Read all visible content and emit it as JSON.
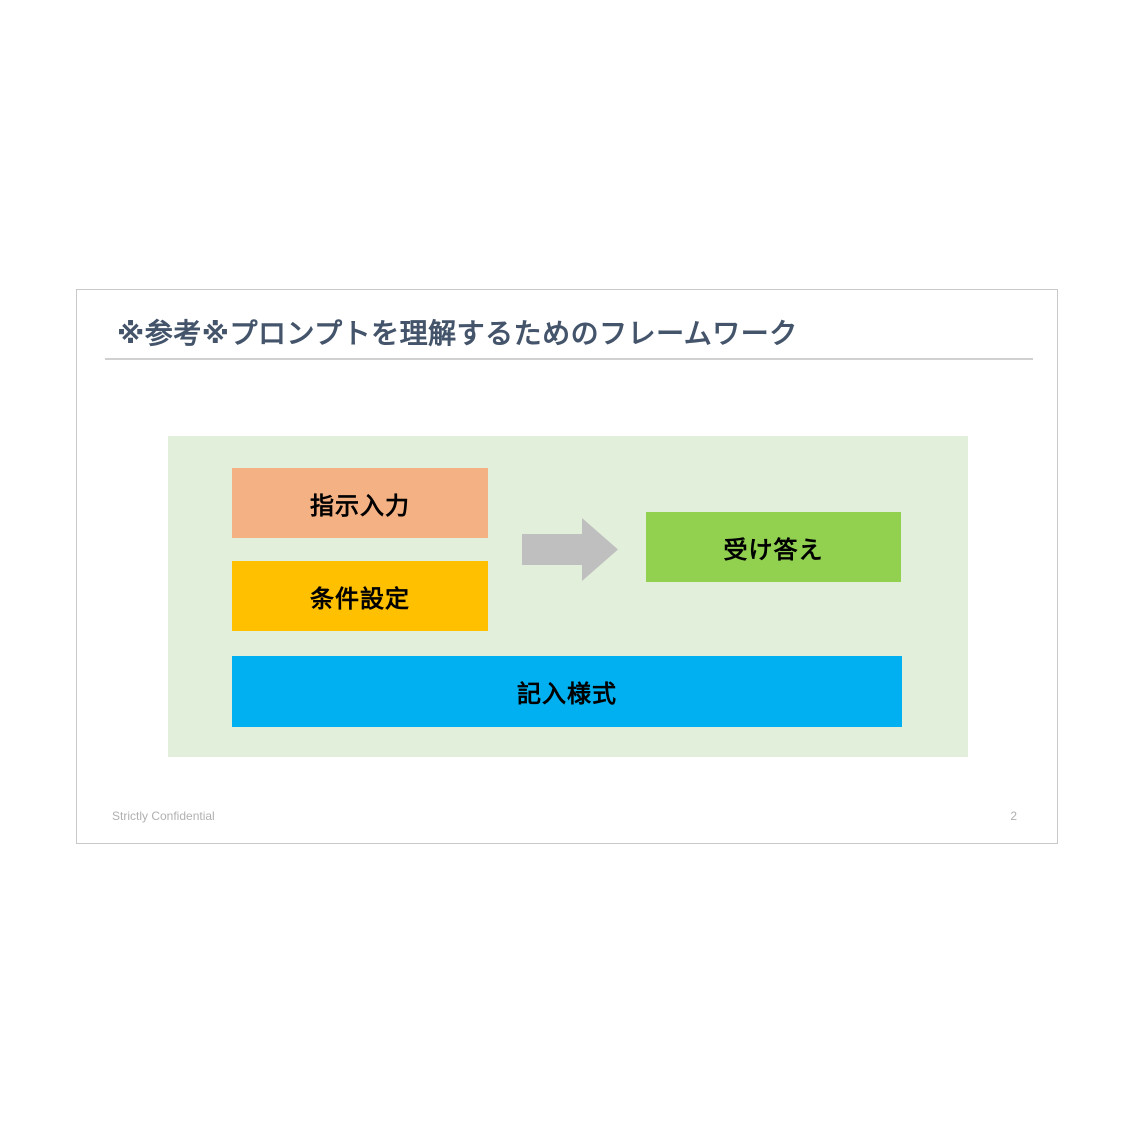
{
  "slide": {
    "title": "※参考※プロンプトを理解するためのフレームワーク",
    "title_color": "#44546A",
    "diagram": {
      "background_color": "#E2EFDA",
      "boxes": {
        "instruction_input": {
          "label": "指示入力",
          "color": "#F4B183"
        },
        "condition_setting": {
          "label": "条件設定",
          "color": "#FFC000"
        },
        "response": {
          "label": "受け答え",
          "color": "#92D050"
        },
        "entry_format": {
          "label": "記入様式",
          "color": "#00B0F0"
        }
      },
      "arrow": {
        "direction": "right",
        "color": "#BFBFBF"
      }
    },
    "footer": {
      "confidential_label": "Strictly Confidential",
      "page_number": "2"
    }
  }
}
